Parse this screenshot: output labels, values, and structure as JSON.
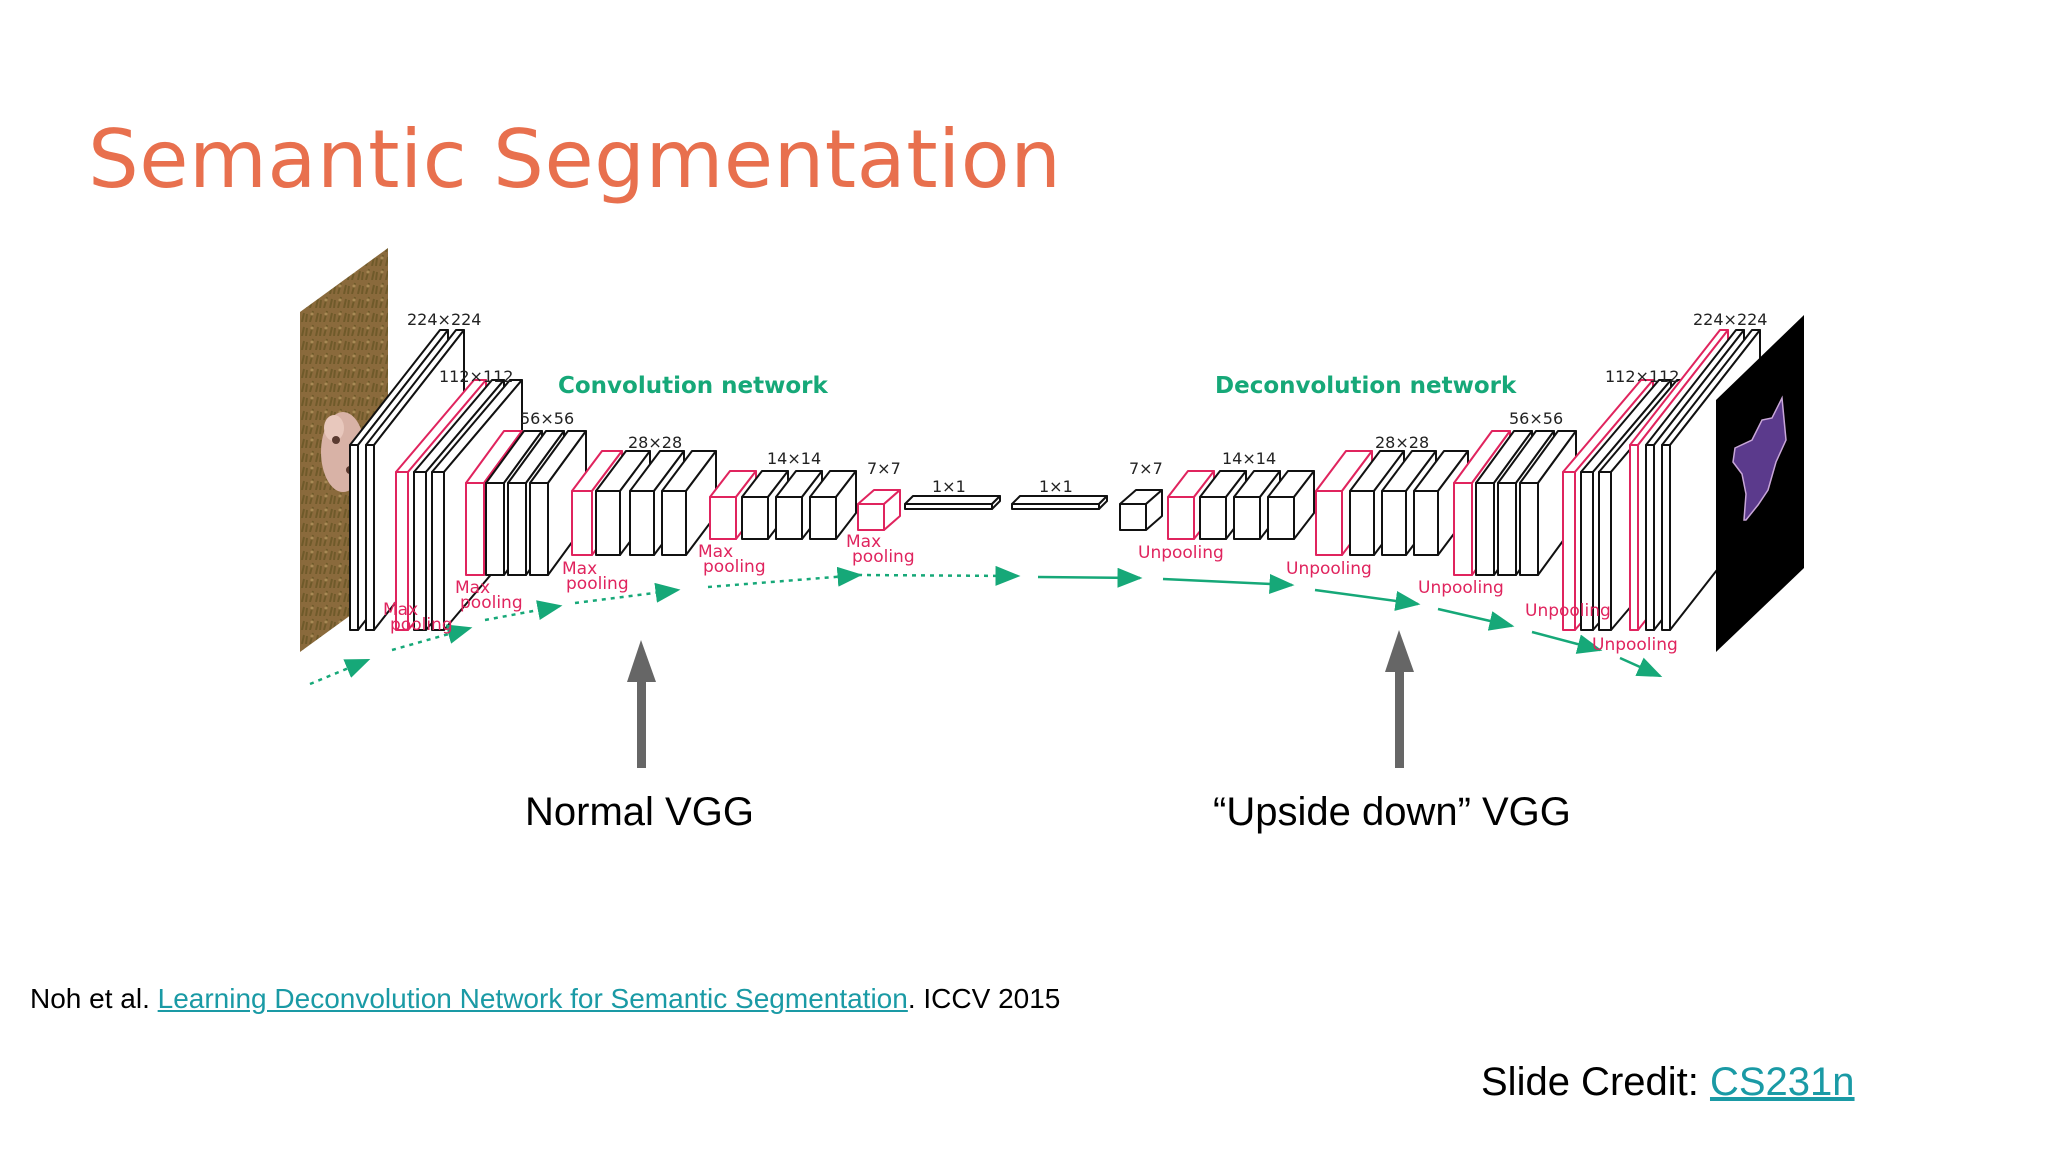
{
  "slide": {
    "title": "Semantic Segmentation"
  },
  "diagram": {
    "conv_heading": "Convolution network",
    "deconv_heading": "Deconvolution network",
    "accent_green": "#16a878",
    "accent_pink": "#e0245e",
    "encoder_sizes": [
      "224×224",
      "112×112",
      "56×56",
      "28×28",
      "14×14",
      "7×7",
      "1×1"
    ],
    "decoder_sizes": [
      "1×1",
      "7×7",
      "14×14",
      "28×28",
      "56×56",
      "112×112",
      "224×224"
    ],
    "pool_line1": "Max",
    "pool_line2": "pooling",
    "unpool_label": "Unpooling",
    "normal_label": "Normal VGG",
    "upside_label": "“Upside down” VGG",
    "input_image_icon": "photo-icon",
    "output_mask_icon": "segmentation-mask-icon",
    "mask_color": "#5b3a8c"
  },
  "citation": {
    "prefix": "Noh et al. ",
    "link_text": "Learning Deconvolution Network for Semantic Segmentation",
    "suffix": ". ICCV 2015"
  },
  "credit": {
    "prefix": "Slide Credit: ",
    "link_text": "CS231n"
  },
  "link_color": "#1a9aa5"
}
